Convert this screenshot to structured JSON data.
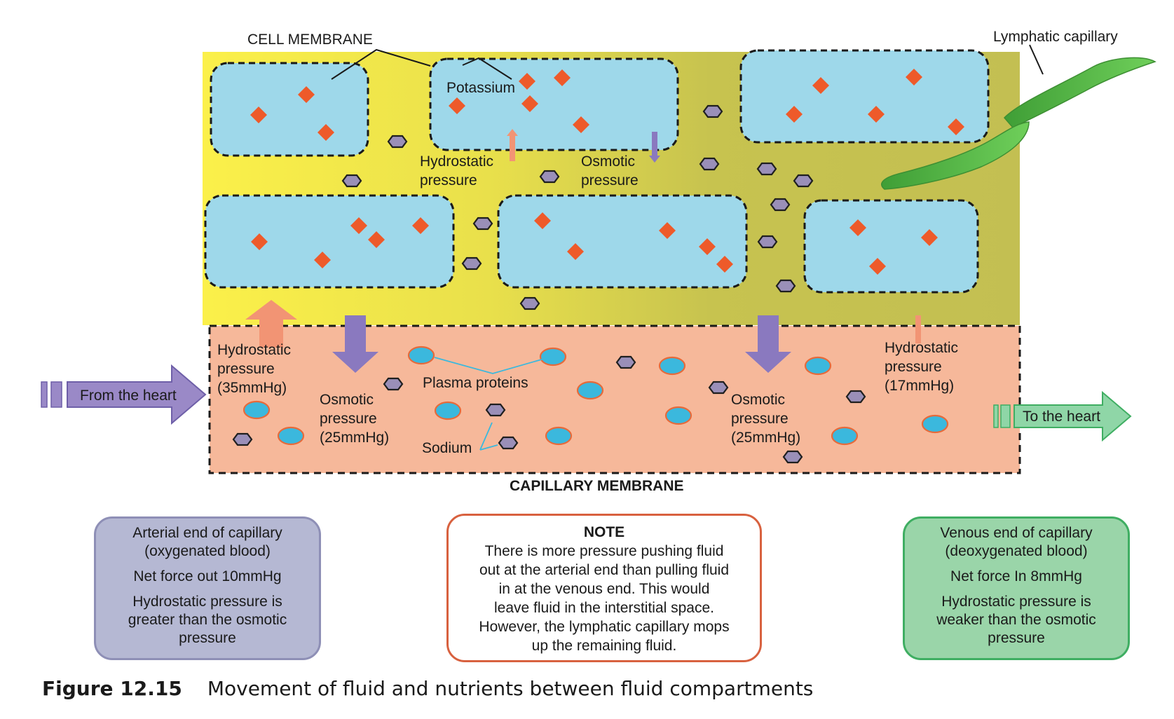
{
  "labels": {
    "cell_membrane": "CELL MEMBRANE",
    "lymphatic_capillary": "Lymphatic capillary",
    "potassium": "Potassium",
    "hydrostatic_top_1": "Hydrostatic",
    "hydrostatic_top_2": "pressure",
    "osmotic_top_1": "Osmotic",
    "osmotic_top_2": "pressure",
    "arterial_hydro_1": "Hydrostatic",
    "arterial_hydro_2": "pressure",
    "arterial_hydro_3": "(35mmHg)",
    "arterial_osm_1": "Osmotic",
    "arterial_osm_2": "pressure",
    "arterial_osm_3": "(25mmHg)",
    "plasma_proteins": "Plasma proteins",
    "sodium": "Sodium",
    "venous_osm_1": "Osmotic",
    "venous_osm_2": "pressure",
    "venous_osm_3": "(25mmHg)",
    "venous_hydro_1": "Hydrostatic",
    "venous_hydro_2": "pressure",
    "venous_hydro_3": "(17mmHg)",
    "from_heart": "From the heart",
    "to_heart": "To the heart",
    "capillary_membrane": "CAPILLARY MEMBRANE"
  },
  "arterial_box": {
    "line1": "Arterial end of capillary",
    "line2": "(oxygenated blood)",
    "line3": "Net force out 10mmHg",
    "line4": "Hydrostatic pressure is",
    "line5": "greater than the osmotic",
    "line6": "pressure"
  },
  "note_box": {
    "title": "NOTE",
    "line1": "There is more pressure pushing fluid",
    "line2": "out at the arterial end than pulling fluid",
    "line3": "in at the venous end. This would",
    "line4": "leave fluid in the interstitial space.",
    "line5": "However, the lymphatic capillary mops",
    "line6": "up the remaining fluid."
  },
  "venous_box": {
    "line1": "Venous end of capillary",
    "line2": "(deoxygenated blood)",
    "line3": "Net force In 8mmHg",
    "line4": "Hydrostatic pressure is",
    "line5": "weaker than the osmotic",
    "line6": "pressure"
  },
  "caption": {
    "number": "Figure 12.15",
    "text": "Movement of fluid and nutrients between fluid compartments"
  },
  "colors": {
    "interstitial_left": "#f7ec4a",
    "interstitial_right": "#c3c04e",
    "cell_fill": "#9ed8ea",
    "capillary_fill": "#f6b89a",
    "potassium": "#ee5a2a",
    "sodium": "#9a8fb8",
    "protein": "#3bb8dd",
    "protein_border": "#e76a3a",
    "arrow_purple": "#8a79bf",
    "arrow_orange": "#f29474",
    "lymphatic": "#5dba4a",
    "to_heart": "#8fd6a7"
  }
}
